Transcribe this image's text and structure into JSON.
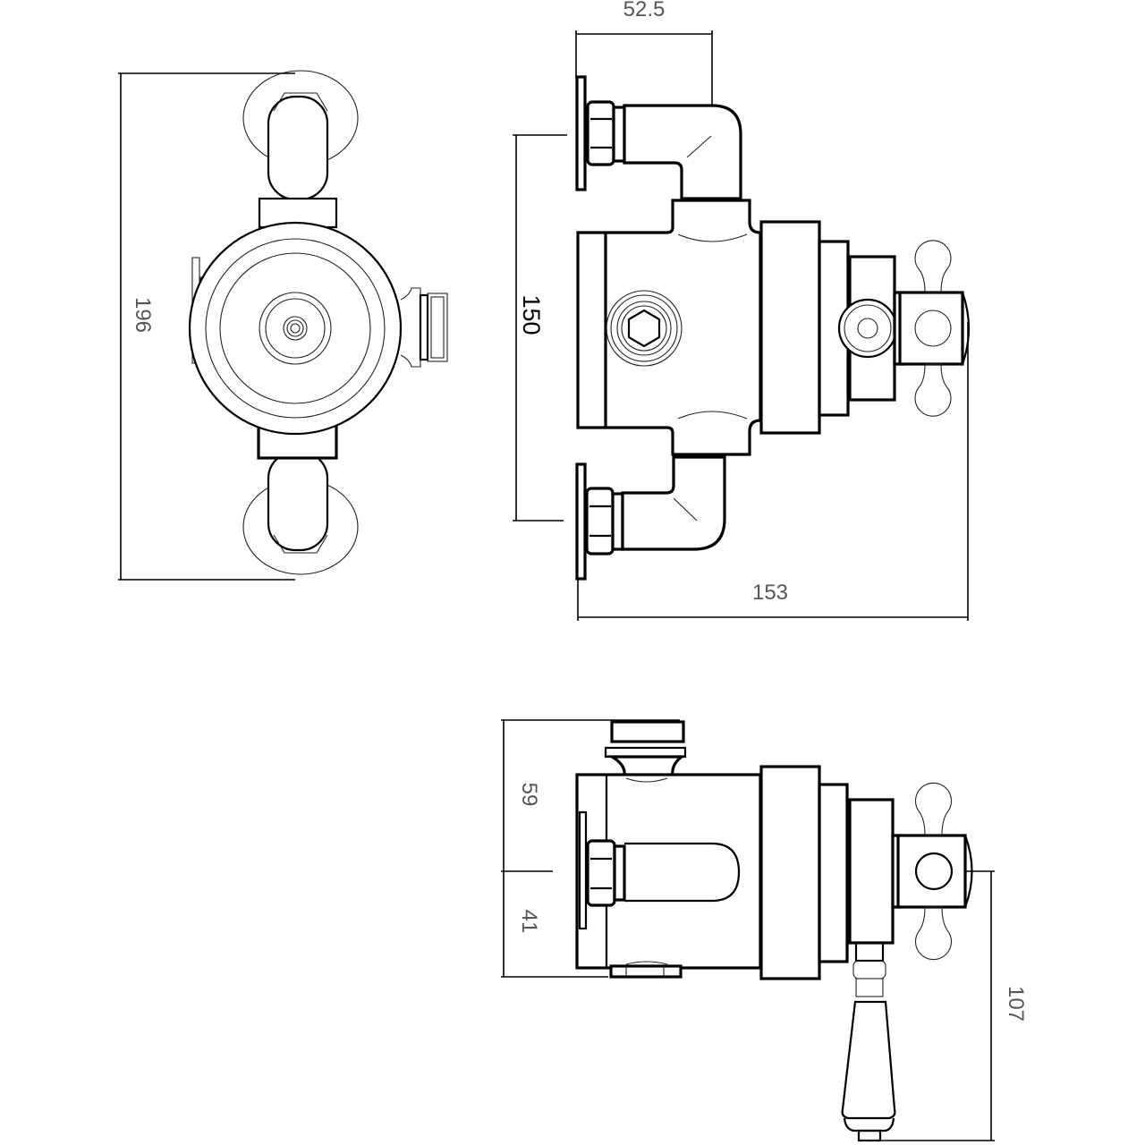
{
  "drawing": {
    "type": "technical-dimension-drawing",
    "subject": "exposed thermostatic shower valve",
    "views": [
      {
        "name": "front-view",
        "position": "top-left"
      },
      {
        "name": "top-view",
        "position": "top-right"
      },
      {
        "name": "side-view",
        "position": "bottom-right"
      }
    ],
    "colors": {
      "line": "#000000",
      "dimension_text": "#555555",
      "background": "#ffffff"
    }
  },
  "dimensions": {
    "overall_height": "196",
    "inlet_centers": "150",
    "wall_to_body": "52.5",
    "overall_depth": "153",
    "upper_offset": "59",
    "lower_offset": "41",
    "handle_drop": "107"
  }
}
